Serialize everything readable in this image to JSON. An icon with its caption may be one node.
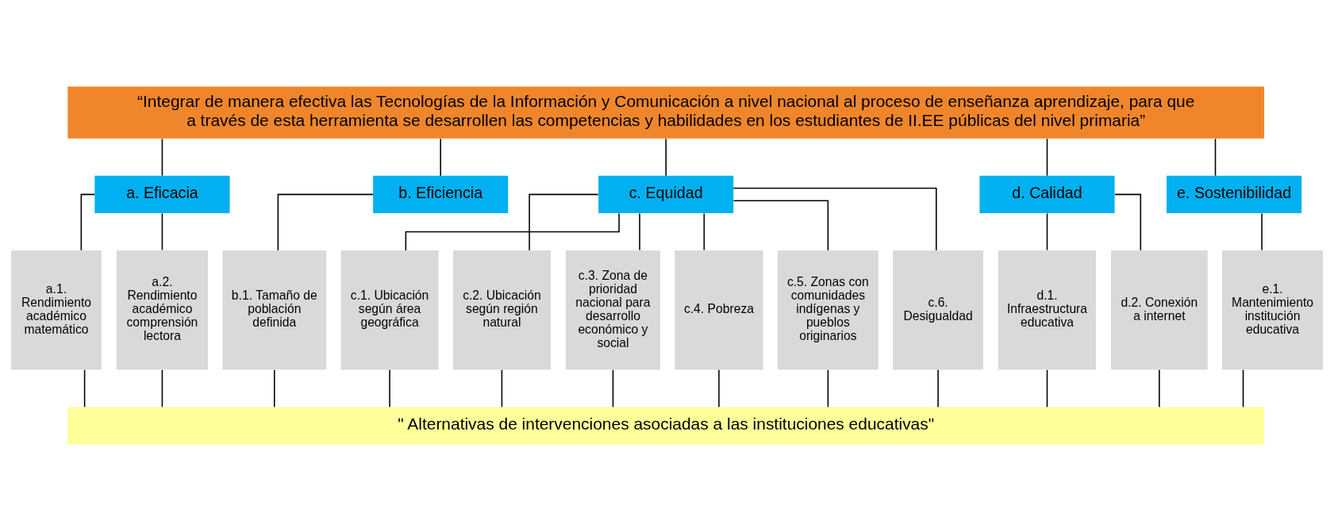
{
  "diagram": {
    "nodes": [
      {
        "text": [
          "“Integrar de manera efectiva las Tecnologías de la Información y Comunicación a nivel nacional al proceso de enseñanza aprendizaje, para que a través de esta herramienta se desarrollen las competencias y habilidades en los estudiantes de II.EE públicas del nivel primaria”"
        ]
      },
      {
        "text": [
          "a. Eficacia"
        ]
      },
      {
        "text": [
          "b. Eficiencia"
        ]
      },
      {
        "text": [
          "c. Equidad"
        ]
      },
      {
        "text": [
          "d. Calidad"
        ]
      },
      {
        "text": [
          "e. Sostenibilidad"
        ]
      },
      {
        "text": [
          "a.1. Rendimiento académico matemático"
        ]
      },
      {
        "text": [
          "a.2. Rendimiento académico comprensión lectora"
        ]
      },
      {
        "text": [
          "b.1. Tamaño de población definida"
        ]
      },
      {
        "text": [
          "c.1. Ubicación según área geográfica"
        ]
      },
      {
        "text": [
          "c.2. Ubicación según región natural"
        ]
      },
      {
        "text": [
          "c.3. Zona de prioridad nacional para desarrollo económico y social"
        ]
      },
      {
        "text": [
          "c.4. Pobreza"
        ]
      },
      {
        "text": [
          "c.5. Zonas con comunidades indígenas y pueblos originarios"
        ]
      },
      {
        "text": [
          "c.6. Desigualdad"
        ]
      },
      {
        "text": [
          "d.1. Infraestructura educativa"
        ]
      },
      {
        "text": [
          "d.2. Conexión a internet"
        ]
      },
      {
        "text": [
          "e.1. Mantenimiento institución educativa"
        ]
      },
      {
        "text": [
          "\" Alternativas de intervenciones asociadas a las instituciones educativas\""
        ]
      }
    ],
    "edges": [
      {
        "from": 0,
        "to": 1,
        "arrow": "none"
      },
      {
        "from": 0,
        "to": 2,
        "arrow": "none"
      },
      {
        "from": 0,
        "to": 3,
        "arrow": "none"
      },
      {
        "from": 0,
        "to": 4,
        "arrow": "none"
      },
      {
        "from": 0,
        "to": 5,
        "arrow": "none"
      },
      {
        "from": 1,
        "to": 6,
        "arrow": "none"
      },
      {
        "from": 1,
        "to": 7,
        "arrow": "none"
      },
      {
        "from": 2,
        "to": 8,
        "arrow": "none"
      },
      {
        "from": 3,
        "to": 9,
        "arrow": "none"
      },
      {
        "from": 3,
        "to": 10,
        "arrow": "none"
      },
      {
        "from": 3,
        "to": 11,
        "arrow": "none"
      },
      {
        "from": 3,
        "to": 12,
        "arrow": "none"
      },
      {
        "from": 3,
        "to": 13,
        "arrow": "none"
      },
      {
        "from": 3,
        "to": 14,
        "arrow": "none"
      },
      {
        "from": 4,
        "to": 15,
        "arrow": "none"
      },
      {
        "from": 4,
        "to": 16,
        "arrow": "none"
      },
      {
        "from": 5,
        "to": 17,
        "arrow": "none"
      },
      {
        "from": 6,
        "to": 18,
        "arrow": "none"
      },
      {
        "from": 7,
        "to": 18,
        "arrow": "none"
      },
      {
        "from": 8,
        "to": 18,
        "arrow": "none"
      },
      {
        "from": 9,
        "to": 18,
        "arrow": "none"
      },
      {
        "from": 10,
        "to": 18,
        "arrow": "none"
      },
      {
        "from": 11,
        "to": 18,
        "arrow": "none"
      },
      {
        "from": 12,
        "to": 18,
        "arrow": "none"
      },
      {
        "from": 13,
        "to": 18,
        "arrow": "none"
      },
      {
        "from": 14,
        "to": 18,
        "arrow": "none"
      },
      {
        "from": 15,
        "to": 18,
        "arrow": "none"
      },
      {
        "from": 16,
        "to": 18,
        "arrow": "none"
      },
      {
        "from": 17,
        "to": 18,
        "arrow": "none"
      }
    ]
  }
}
